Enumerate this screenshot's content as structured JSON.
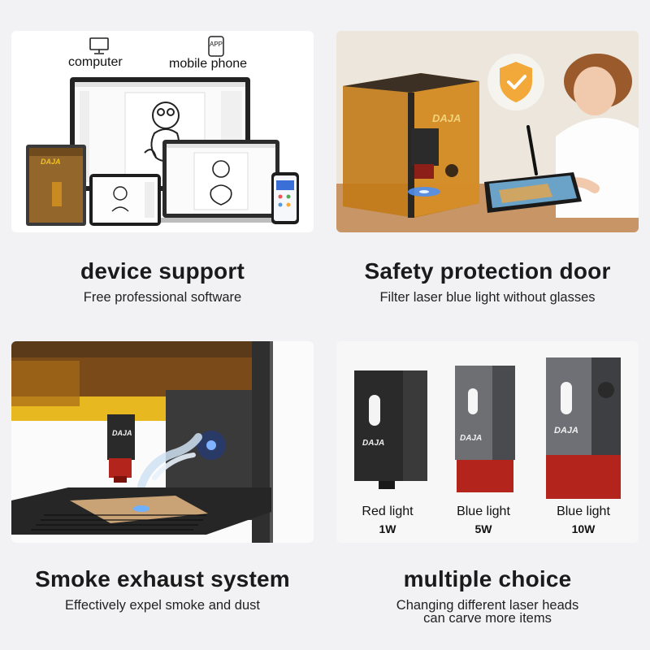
{
  "panels": {
    "device_support": {
      "label_computer": "computer",
      "label_mobile": "mobile phone",
      "app_badge": "APP",
      "brand": "DAJA",
      "title": "device support",
      "subtitle": "Free professional software",
      "icons": [
        "monitor-icon",
        "phone-app-icon"
      ]
    },
    "safety_door": {
      "brand": "DAJA",
      "title": "Safety protection door",
      "subtitle": "Filter laser blue light without glasses",
      "icons": [
        "shield-check-icon"
      ]
    },
    "smoke_exhaust": {
      "brand": "DAJA",
      "title": "Smoke exhaust system",
      "subtitle": "Effectively expel smoke and dust"
    },
    "multiple_choice": {
      "title": "multiple choice",
      "subtitle_line1": "Changing different laser heads",
      "subtitle_line2": "can carve more items",
      "heads": [
        {
          "name": "Red light",
          "watt": "1W",
          "brand": "DAJA"
        },
        {
          "name": "Blue light",
          "watt": "5W",
          "brand": "DAJA"
        },
        {
          "name": "Blue light",
          "watt": "10W",
          "brand": "DAJA"
        }
      ]
    }
  },
  "colors": {
    "page_bg": "#f2f2f4",
    "amber": "#d78a1e",
    "yellow": "#e8b820",
    "laser_red": "#b3241c",
    "shield_orange": "#f3a93a"
  }
}
